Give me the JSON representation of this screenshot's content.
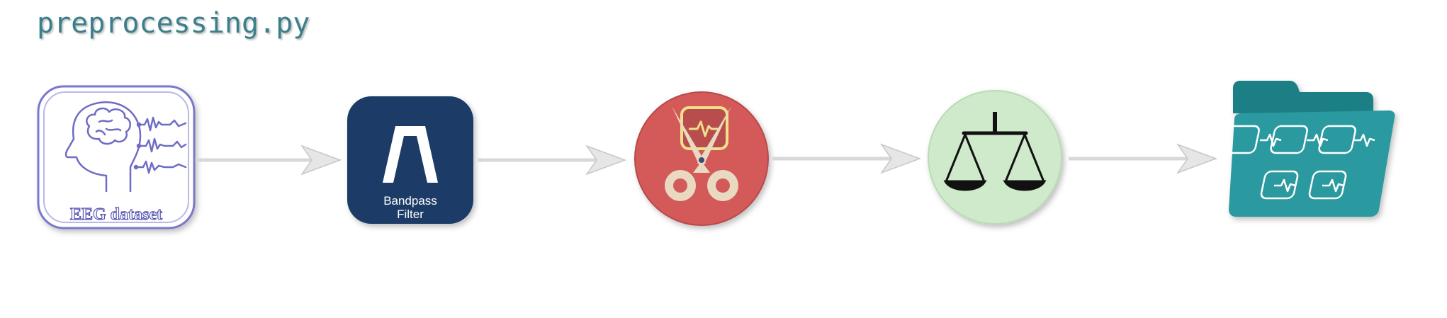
{
  "title": "preprocessing.py",
  "colors": {
    "eeg_outline": "#6e6cc4",
    "bandpass_bg": "#1d3a66",
    "scissors_bg": "#d45a5a",
    "scissors_gold": "#e8d37a",
    "scale_bg": "#cfeacb",
    "folder": "#2a9aa0",
    "arrow": "#e3e3e3"
  },
  "nodes": [
    {
      "id": "eeg-dataset",
      "label": "EEG dataset",
      "icon": "eeg-head-icon"
    },
    {
      "id": "bandpass-filter",
      "label_line1": "Bandpass",
      "label_line2": "Filter",
      "icon": "bandpass-filter-icon"
    },
    {
      "id": "segmentation",
      "icon": "scissors-signal-icon"
    },
    {
      "id": "balancing",
      "icon": "balance-scale-icon"
    },
    {
      "id": "output-folder",
      "icon": "folder-signals-icon"
    }
  ]
}
